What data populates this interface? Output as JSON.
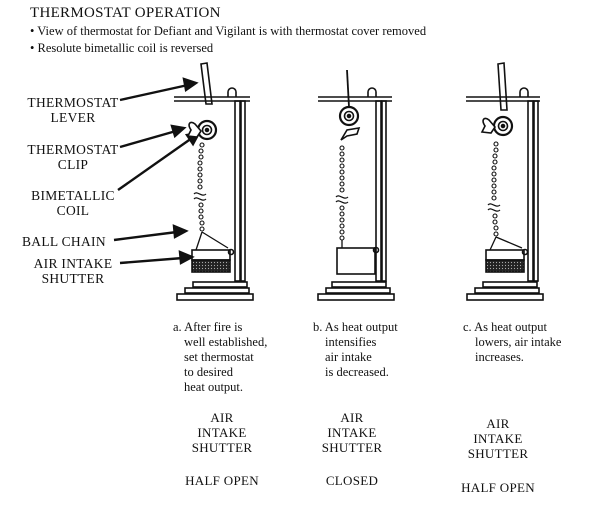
{
  "title": "THERMOSTAT OPERATION",
  "notes": [
    "• View of thermostat for Defiant and Vigilant is with thermostat cover removed",
    "• Resolute bimetallic coil is reversed"
  ],
  "labels": {
    "thermostat_lever": [
      "THERMOSTAT",
      "LEVER"
    ],
    "thermostat_clip": [
      "THERMOSTAT",
      "CLIP"
    ],
    "bimetallic_coil": [
      "BIMETALLIC",
      "COIL"
    ],
    "ball_chain": "BALL CHAIN",
    "air_intake_shutter": [
      "AIR INTAKE",
      "SHUTTER"
    ]
  },
  "panels": [
    {
      "caption": [
        "a. After fire is",
        "well established,",
        "set thermostat",
        "to desired",
        "heat output."
      ],
      "shutter_label": [
        "AIR",
        "INTAKE",
        "SHUTTER"
      ],
      "state": "HALF OPEN"
    },
    {
      "caption": [
        "b. As heat output",
        "intensifies",
        "air intake",
        "is decreased."
      ],
      "shutter_label": [
        "AIR",
        "INTAKE",
        "SHUTTER"
      ],
      "state": "CLOSED"
    },
    {
      "caption": [
        "c. As heat output",
        "lowers, air intake",
        "increases."
      ],
      "shutter_label": [
        "AIR",
        "INTAKE",
        "SHUTTER"
      ],
      "state": "HALF OPEN"
    }
  ]
}
